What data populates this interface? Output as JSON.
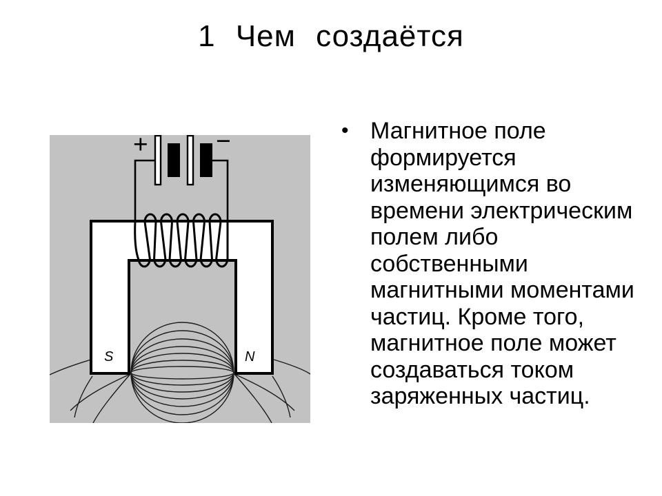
{
  "slide": {
    "title": "1 Чем создаётся",
    "bullet": {
      "marker": "•",
      "text": "Магнитное поле\nформируется\nизменяющимся во\nвремени электрическим\nполем либо\nсобственными\nмагнитными моментами\nчастиц. Кроме того,\nмагнитное поле может\nсоздаваться током\nзаряженных частиц."
    }
  },
  "diagram": {
    "pole_left": "S",
    "pole_right": "N",
    "battery_plus": "+",
    "battery_minus": "−",
    "colors": {
      "panel_bg": "#c2c2c2",
      "field_line": "#1c1c1c",
      "magnet_fill": "#ffffff",
      "ink": "#000000"
    }
  }
}
